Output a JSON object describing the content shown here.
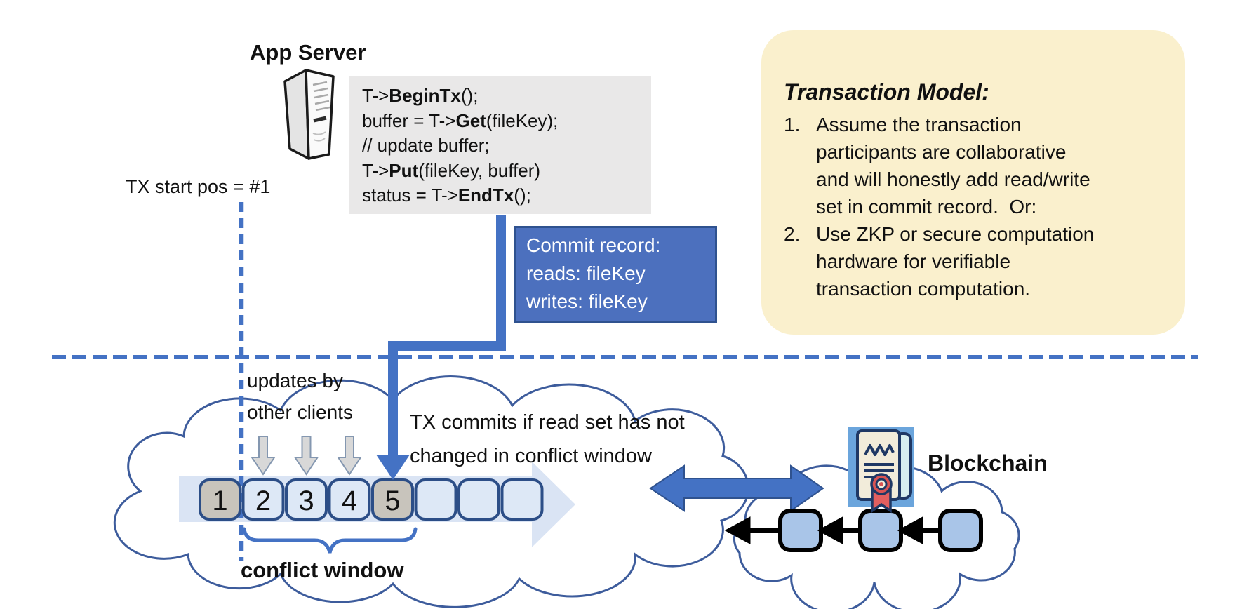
{
  "app_server": {
    "title": "App Server"
  },
  "code_box": {
    "lines": [
      {
        "pre": "T->",
        "bold": "BeginTx",
        "post": "();"
      },
      {
        "pre": "buffer = T->",
        "bold": "Get",
        "post": "(fileKey);"
      },
      {
        "pre": "// update buffer;",
        "bold": "",
        "post": ""
      },
      {
        "pre": "T->",
        "bold": "Put",
        "post": "(fileKey, buffer)"
      },
      {
        "pre": "status = T->",
        "bold": "EndTx",
        "post": "();"
      }
    ]
  },
  "tx_start": {
    "label": "TX start pos = #1"
  },
  "commit_record": {
    "lines": [
      "Commit record:",
      "reads: fileKey",
      "writes: fileKey"
    ]
  },
  "transaction_model": {
    "title": "Transaction Model:",
    "items": [
      {
        "number": "1.",
        "lines": [
          "Assume the transaction",
          "participants are collaborative",
          "and will honestly add read/write",
          "set in commit record.  Or:"
        ]
      },
      {
        "number": "2.",
        "lines": [
          "Use ZKP or secure computation",
          "hardware for verifiable",
          "transaction computation."
        ]
      }
    ]
  },
  "timeline": {
    "updates_label": {
      "lines": [
        "updates by",
        "other clients"
      ]
    },
    "commit_condition": {
      "lines": [
        "TX commits if read set has not",
        "changed in conflict window"
      ]
    },
    "conflict_window_label": "conflict window",
    "block_labels": [
      "1",
      "2",
      "3",
      "4",
      "5"
    ]
  },
  "blockchain": {
    "label": "Blockchain"
  },
  "colors": {
    "accent_blue": "#4472C4",
    "dark_blue_border": "#2F528F",
    "commit_box_fill": "#4C70BE",
    "note_yellow": "#FAF0CD",
    "code_box_gray": "#E9E8E8",
    "cloud_outline": "#3D5C9C",
    "band_light_blue": "#DAE4F4",
    "block_light_blue": "#DDE8F6",
    "block_gray": "#C8C4BC",
    "chain_block_blue": "#A9C5E8",
    "cert_bg_blue": "#6BA5DC",
    "gray_arrow_fill": "#D8D8D8"
  }
}
